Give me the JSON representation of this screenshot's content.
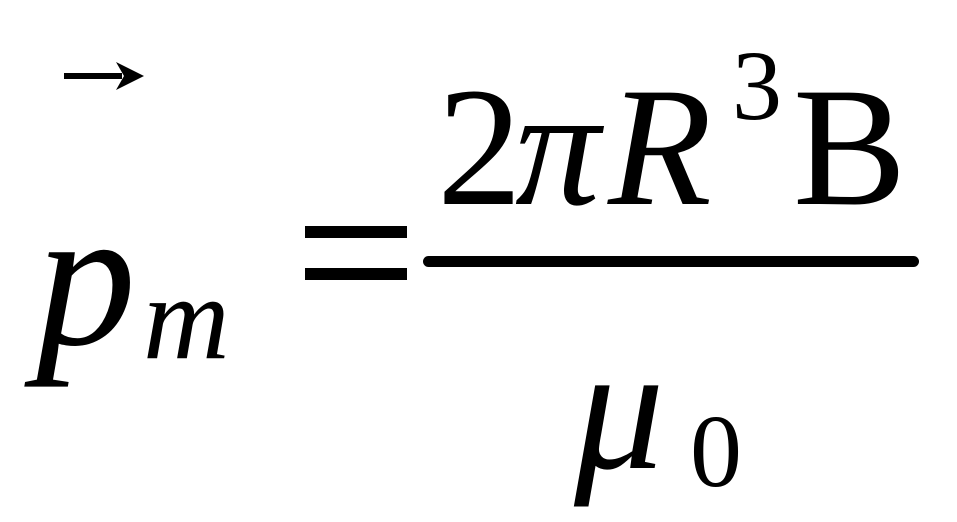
{
  "equation": {
    "lhs": {
      "symbol": "p",
      "subscript": "m",
      "vector_arrow": "right-arrow-icon"
    },
    "operator": "=",
    "numerator": {
      "coefficient": "2",
      "pi": "π",
      "radius": "R",
      "exponent": "3",
      "field": "B"
    },
    "denominator": {
      "symbol": "μ",
      "subscript": "0"
    }
  }
}
